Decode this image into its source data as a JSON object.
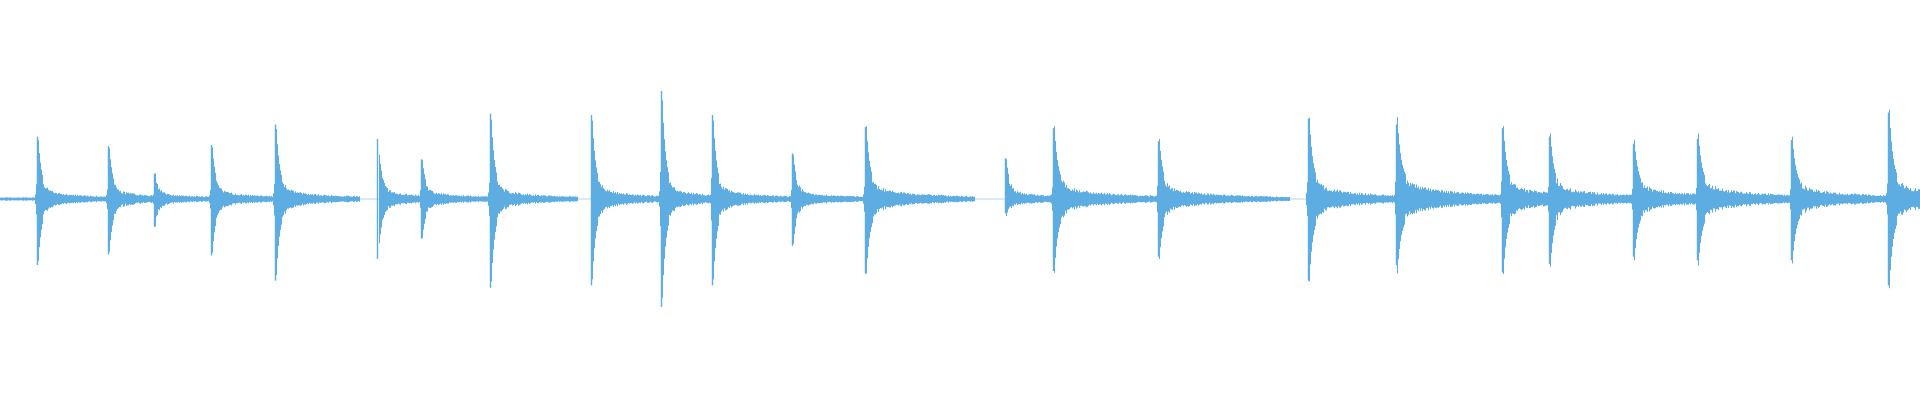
{
  "waveform": {
    "color": "#5DADE2",
    "background": "#FFFFFF",
    "silences": [
      [
        360,
        378
      ],
      [
        578,
        590
      ],
      [
        975,
        1005
      ],
      [
        1290,
        1305
      ]
    ],
    "onsets": [
      {
        "t": 37,
        "up": 0.52,
        "down": 0.55,
        "decay": 0.35,
        "tail": 0.05
      },
      {
        "t": 108,
        "up": 0.44,
        "down": 0.46,
        "decay": 0.35,
        "tail": 0.05
      },
      {
        "t": 154,
        "up": 0.21,
        "down": 0.23,
        "decay": 0.3,
        "tail": 0.04
      },
      {
        "t": 211,
        "up": 0.45,
        "down": 0.47,
        "decay": 0.35,
        "tail": 0.05
      },
      {
        "t": 275,
        "up": 0.62,
        "down": 0.68,
        "decay": 0.35,
        "tail": 0.06
      },
      {
        "t": 377,
        "up": 0.5,
        "down": 0.5,
        "decay": 0.35,
        "tail": 0.05
      },
      {
        "t": 421,
        "up": 0.33,
        "down": 0.33,
        "decay": 0.3,
        "tail": 0.05
      },
      {
        "t": 490,
        "up": 0.71,
        "down": 0.74,
        "decay": 0.35,
        "tail": 0.06
      },
      {
        "t": 591,
        "up": 0.7,
        "down": 0.72,
        "decay": 0.35,
        "tail": 0.06
      },
      {
        "t": 661,
        "up": 0.9,
        "down": 0.9,
        "decay": 0.35,
        "tail": 0.06
      },
      {
        "t": 712,
        "up": 0.7,
        "down": 0.72,
        "decay": 0.35,
        "tail": 0.06
      },
      {
        "t": 792,
        "up": 0.38,
        "down": 0.39,
        "decay": 0.3,
        "tail": 0.05
      },
      {
        "t": 865,
        "up": 0.6,
        "down": 0.62,
        "decay": 0.45,
        "tail": 0.08
      },
      {
        "t": 1005,
        "up": 0.34,
        "down": 0.12,
        "decay": 0.3,
        "tail": 0.05
      },
      {
        "t": 1053,
        "up": 0.59,
        "down": 0.6,
        "decay": 0.45,
        "tail": 0.09
      },
      {
        "t": 1158,
        "up": 0.48,
        "down": 0.48,
        "decay": 0.45,
        "tail": 0.08
      },
      {
        "t": 1308,
        "up": 0.67,
        "down": 0.68,
        "decay": 0.45,
        "tail": 0.09
      },
      {
        "t": 1396,
        "up": 0.62,
        "down": 0.55,
        "decay": 0.55,
        "tail": 0.12
      },
      {
        "t": 1502,
        "up": 0.59,
        "down": 0.61,
        "decay": 0.45,
        "tail": 0.09
      },
      {
        "t": 1549,
        "up": 0.52,
        "down": 0.54,
        "decay": 0.45,
        "tail": 0.09
      },
      {
        "t": 1633,
        "up": 0.46,
        "down": 0.48,
        "decay": 0.45,
        "tail": 0.09
      },
      {
        "t": 1697,
        "up": 0.5,
        "down": 0.51,
        "decay": 0.5,
        "tail": 0.1
      },
      {
        "t": 1791,
        "up": 0.49,
        "down": 0.51,
        "decay": 0.45,
        "tail": 0.09
      },
      {
        "t": 1888,
        "up": 0.72,
        "down": 0.72,
        "decay": 0.5,
        "tail": 0.1
      }
    ]
  }
}
